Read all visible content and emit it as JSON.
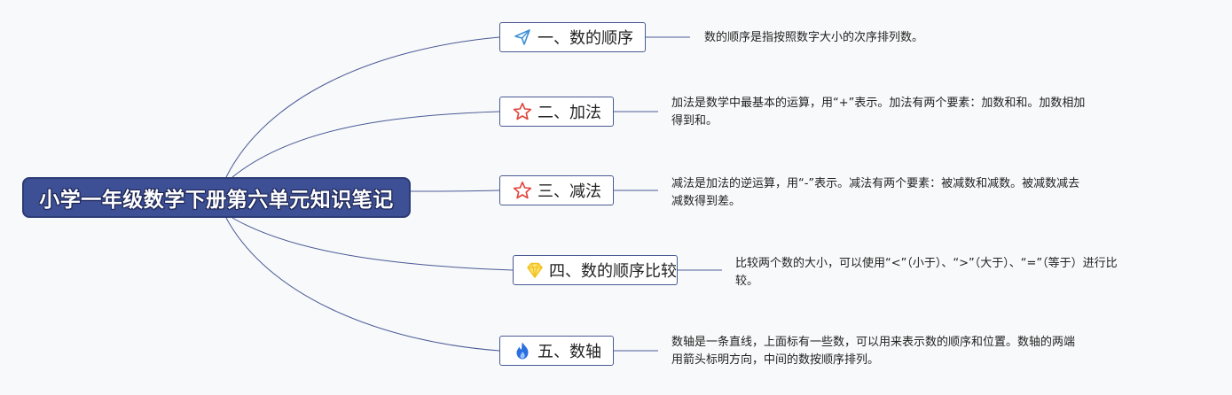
{
  "root": {
    "label": "小学一年级数学下册第六单元知识笔记"
  },
  "topics": [
    {
      "label": "一、数的顺序",
      "icon": "paper-plane-icon",
      "description_lines": [
        "数的顺序是指按照数字大小的次序排列数。"
      ]
    },
    {
      "label": "二、加法",
      "icon": "star-icon",
      "description_lines": [
        "加法是数学中最基本的运算，用“+”表示。加法有两个要素：加数和和。加数相加",
        "得到和。"
      ]
    },
    {
      "label": "三、减法",
      "icon": "star-icon",
      "description_lines": [
        "减法是加法的逆运算，用“-”表示。减法有两个要素：被减数和减数。被减数减去",
        "减数得到差。"
      ]
    },
    {
      "label": "四、数的顺序比较",
      "icon": "diamond-icon",
      "description_lines": [
        "比较两个数的大小，可以使用“<”（小于）、“>”（大于）、“=”（等于）进行比",
        "较。"
      ]
    },
    {
      "label": "五、数轴",
      "icon": "flame-icon",
      "description_lines": [
        "数轴是一条直线，上面标有一些数，可以用来表示数的顺序和位置。数轴的两端",
        "用箭头标明方向，中间的数按顺序排列。"
      ]
    }
  ],
  "colors": {
    "root_fill": "#3d4f95",
    "connector": "#4a5a96",
    "node_border": "#4a5a96",
    "paper_plane": "#3b8fd6",
    "star": "#e0433b",
    "diamond": "#f2c21b",
    "flame": "#2a6fe0"
  }
}
